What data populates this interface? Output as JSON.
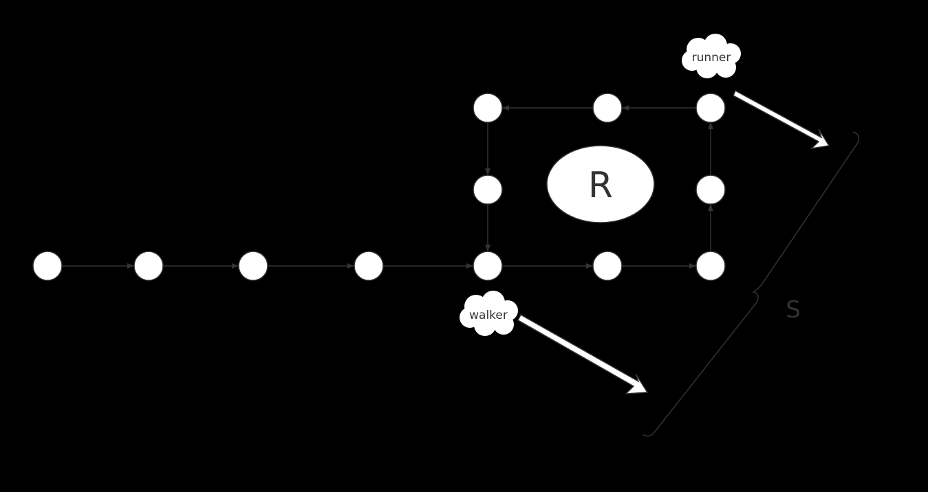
{
  "diagram": {
    "center_label": "R",
    "runner_label": "runner",
    "walker_label": "walker",
    "distance_label": "S",
    "colors": {
      "background": "#000000",
      "node": "#ffffff",
      "stroke": "#333333"
    }
  }
}
